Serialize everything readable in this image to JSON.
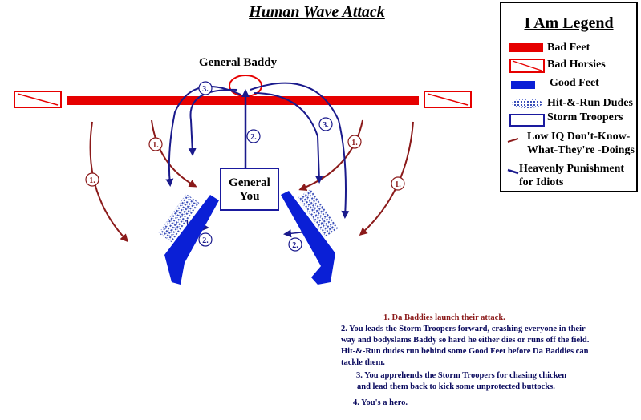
{
  "title": "Human Wave Attack",
  "labels": {
    "general_baddy": "General Baddy",
    "general_you_line1": "General",
    "general_you_line2": "You"
  },
  "legend": {
    "title": "I Am Legend",
    "items": [
      {
        "label": "Bad Feet",
        "symbol": "red-bar"
      },
      {
        "label": "Bad Horsies",
        "symbol": "red-box-slash"
      },
      {
        "label": "Good Feet",
        "symbol": "blue-bar"
      },
      {
        "label": "Hit-&-Run Dudes",
        "symbol": "blue-hatch"
      },
      {
        "label": "Storm Troopers",
        "symbol": "blue-box"
      },
      {
        "label_line1": "Low IQ Don't-Know-",
        "label_line2": "What-They're -Doings",
        "symbol": "red-arrow"
      },
      {
        "label_line1": "Heavenly Punishment",
        "label_line2": "for Idiots",
        "symbol": "blue-arrow"
      }
    ]
  },
  "step_markers": {
    "one": "1.",
    "two": "2.",
    "three": "3."
  },
  "notes": {
    "n1": "1. Da Baddies launch their attack.",
    "n2_l1": "2. You leads the Storm Troopers forward, crashing everyone in their",
    "n2_l2": "way and bodyslams Baddy so hard he either dies or runs off the field.",
    "n2_l3": "Hit-&-Run dudes run behind some Good Feet before Da Baddies can",
    "n2_l4": "tackle them.",
    "n3_l1": "3. You apprehends the Storm Troopers for chasing chicken",
    "n3_l2": "and lead them back to kick some unprotected buttocks.",
    "n4": "4. You's a hero."
  },
  "colors": {
    "bad": "#e60000",
    "bad_arrow": "#8b1a1a",
    "good": "#0a1fd6",
    "blue_arrow": "#1a1a8c",
    "text_blue": "#0a0a5e"
  }
}
